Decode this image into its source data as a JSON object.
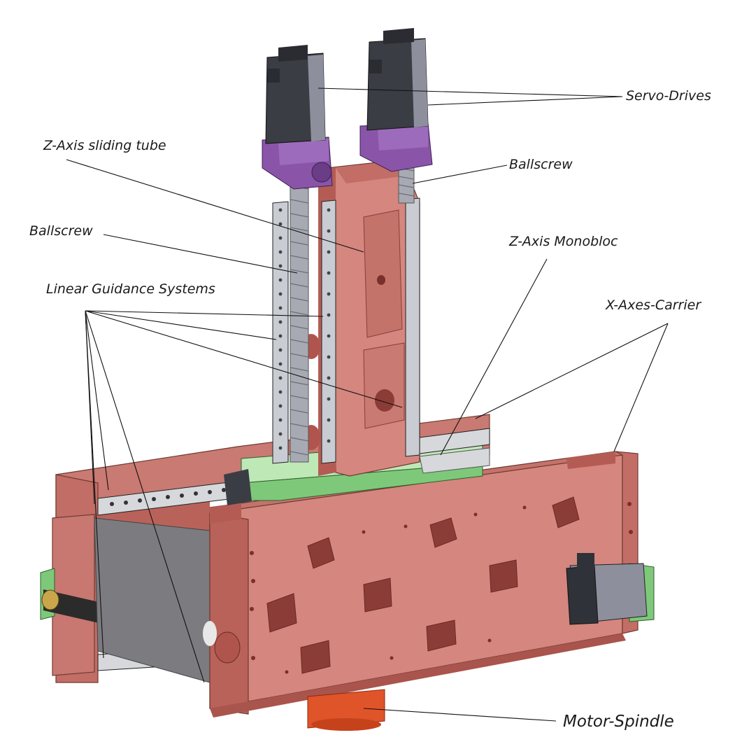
{
  "labels": {
    "servo_drives": "Servo-Drives",
    "z_axis_sliding_tube": "Z-Axis sliding tube",
    "ballscrew_right": "Ballscrew",
    "ballscrew_left": "Ballscrew",
    "z_axis_monobloc": "Z-Axis Monobloc",
    "linear_guidance_systems": "Linear Guidance Systems",
    "x_axes_carrier": "X-Axes-Carrier",
    "motor_spindle": "Motor-Spindle"
  },
  "colors": {
    "frame_red": "#d4867f",
    "frame_red_dark": "#b5584f",
    "frame_red_edge": "#a8483f",
    "purple_mount": "#8a55a8",
    "servo_dark": "#3a3d44",
    "servo_grey": "#8d909c",
    "green_plate": "#7ec87a",
    "green_light": "#bfe8b7",
    "rail_silver": "#c9ccd2",
    "spindle_orange": "#e0542a",
    "shield_grey": "#7b7b80"
  }
}
